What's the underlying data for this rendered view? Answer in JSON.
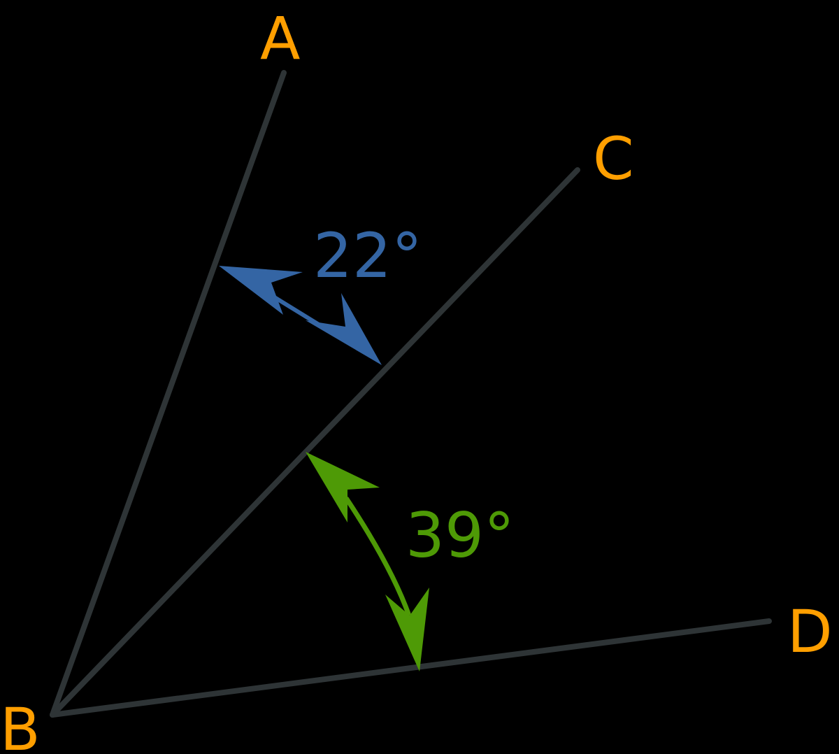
{
  "diagram": {
    "type": "angle-diagram",
    "background": "#000000",
    "colors": {
      "ray": "#2e3436",
      "point_label": "#ff9f00",
      "angle_ABC": "#3465a4",
      "angle_CBD": "#4e9a06"
    },
    "points": [
      {
        "id": "A",
        "label": "A"
      },
      {
        "id": "B",
        "label": "B"
      },
      {
        "id": "C",
        "label": "C"
      },
      {
        "id": "D",
        "label": "D"
      }
    ],
    "rays": [
      "BA",
      "BC",
      "BD"
    ],
    "angles": [
      {
        "between": "BA-BC",
        "label": "22°",
        "value": 22,
        "color": "#3465a4"
      },
      {
        "between": "BC-BD",
        "label": "39°",
        "value": 39,
        "color": "#4e9a06"
      }
    ]
  }
}
